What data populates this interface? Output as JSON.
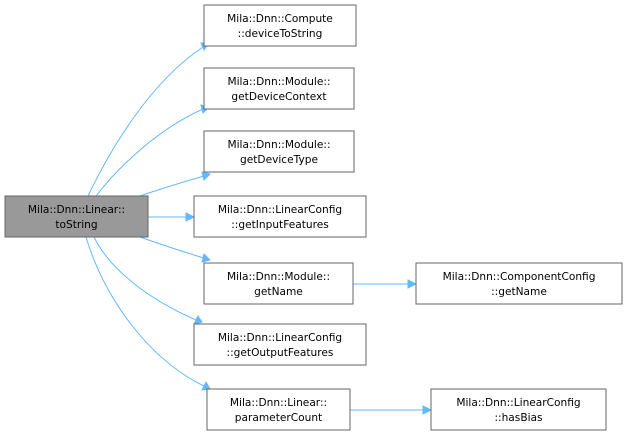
{
  "root": {
    "line1": "Mila::Dnn::Linear::",
    "line2": "toString"
  },
  "callees": [
    {
      "id": "compute_devicetostring",
      "line1": "Mila::Dnn::Compute",
      "line2": "::deviceToString"
    },
    {
      "id": "module_getdevicecontext",
      "line1": "Mila::Dnn::Module::",
      "line2": "getDeviceContext"
    },
    {
      "id": "module_getdevicetype",
      "line1": "Mila::Dnn::Module::",
      "line2": "getDeviceType"
    },
    {
      "id": "linearconfig_getinputfeatures",
      "line1": "Mila::Dnn::LinearConfig",
      "line2": "::getInputFeatures"
    },
    {
      "id": "module_getname",
      "line1": "Mila::Dnn::Module::",
      "line2": "getName"
    },
    {
      "id": "linearconfig_getoutputfeatures",
      "line1": "Mila::Dnn::LinearConfig",
      "line2": "::getOutputFeatures"
    },
    {
      "id": "linear_parametercount",
      "line1": "Mila::Dnn::Linear::",
      "line2": "parameterCount"
    }
  ],
  "second_level": [
    {
      "id": "componentconfig_getname",
      "line1": "Mila::Dnn::ComponentConfig",
      "line2": "::getName"
    },
    {
      "id": "linearconfig_hasbias",
      "line1": "Mila::Dnn::LinearConfig",
      "line2": "::hasBias"
    }
  ],
  "colors": {
    "edge": "#63b8ff",
    "node_border": "#666666",
    "root_fill": "#999999",
    "node_fill": "#ffffff"
  }
}
